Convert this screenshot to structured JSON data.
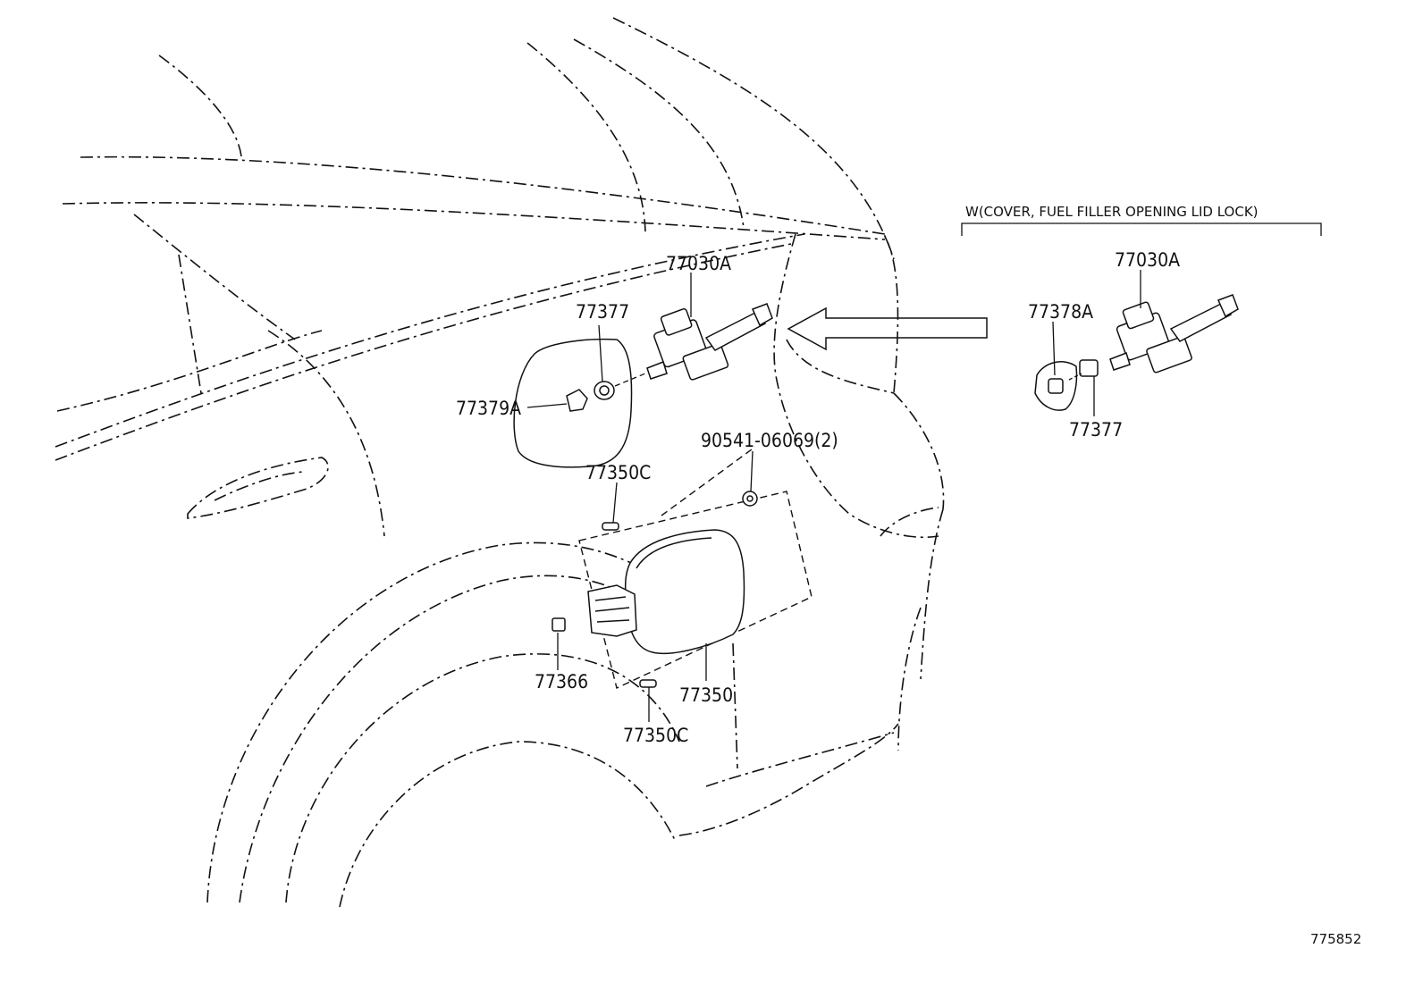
{
  "group_header": "W(COVER, FUEL FILLER OPENING LID LOCK)",
  "labels": {
    "p77030A_main": "77030A",
    "p77377_main": "77377",
    "p77379A": "77379A",
    "p90541": "90541-06069(2)",
    "p77350C_top": "77350C",
    "p77366": "77366",
    "p77350C_bottom": "77350C",
    "p77350": "77350",
    "p77030A_inset": "77030A",
    "p77378A": "77378A",
    "p77377_inset": "77377"
  },
  "figure_id": "775852"
}
